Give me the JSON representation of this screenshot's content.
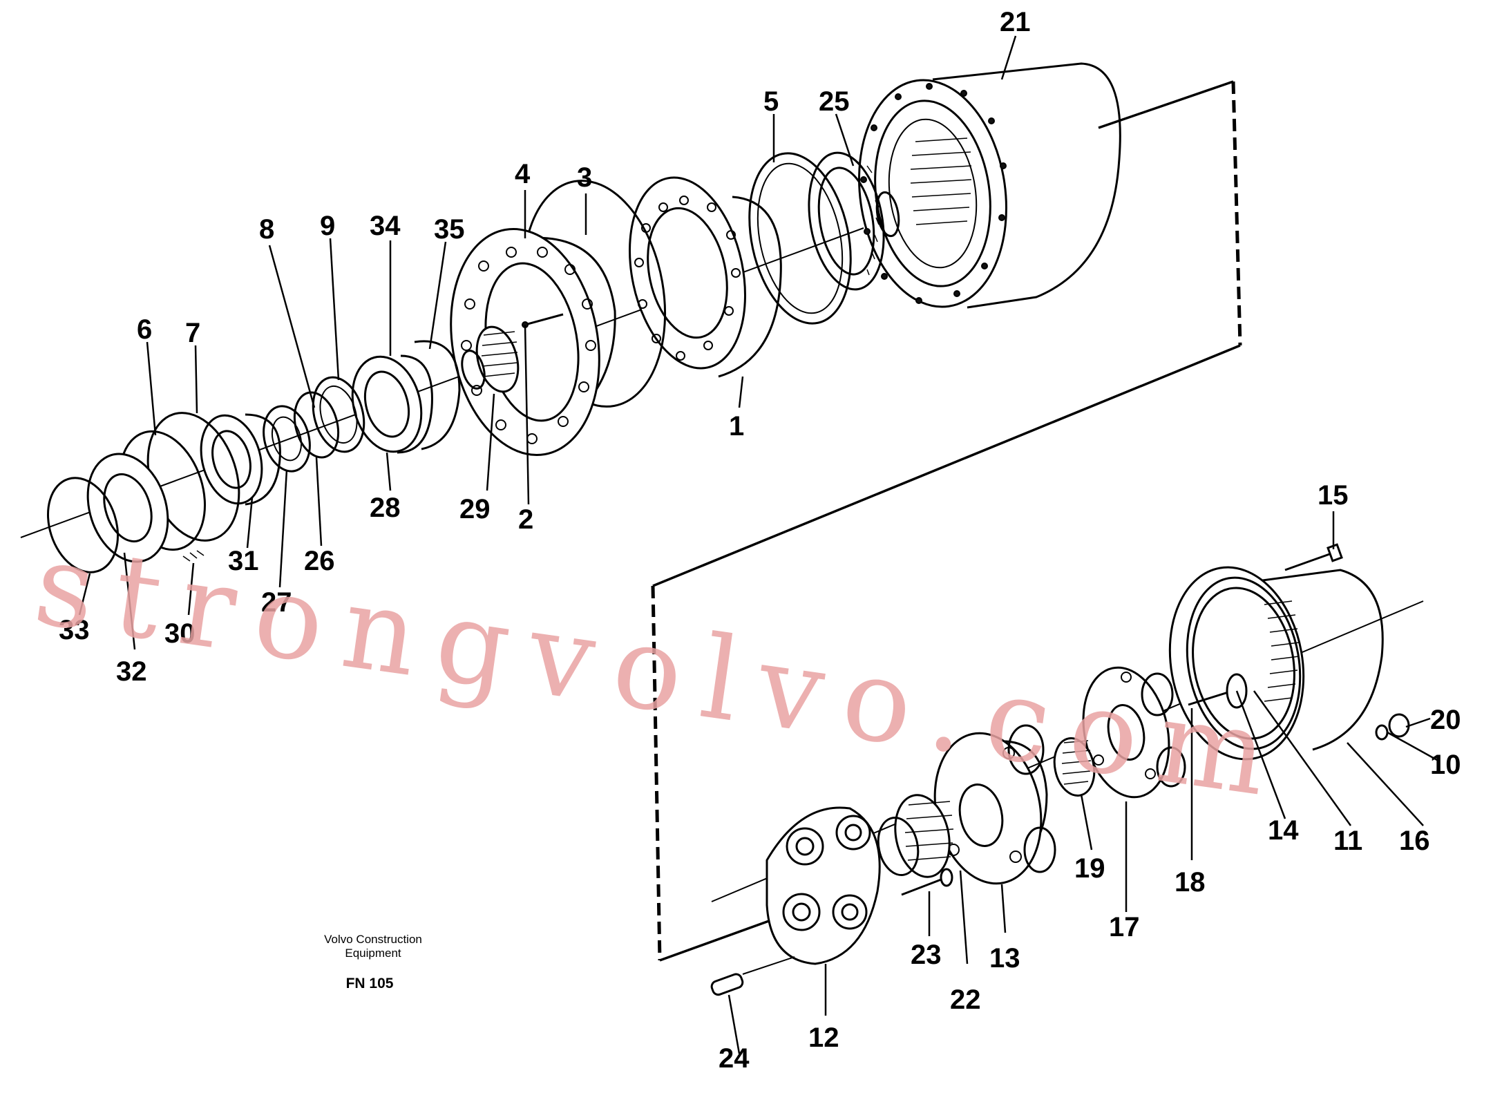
{
  "caption": {
    "maker_line1": "Volvo Construction",
    "maker_line2": "Equipment",
    "code": "FN 105"
  },
  "watermark": "strongvolvo.com",
  "callouts": [
    "1",
    "2",
    "3",
    "4",
    "5",
    "6",
    "7",
    "8",
    "9",
    "10",
    "11",
    "12",
    "13",
    "14",
    "15",
    "16",
    "17",
    "18",
    "19",
    "20",
    "21",
    "22",
    "23",
    "24",
    "25",
    "26",
    "27",
    "28",
    "29",
    "30",
    "31",
    "32",
    "33",
    "34",
    "35"
  ]
}
